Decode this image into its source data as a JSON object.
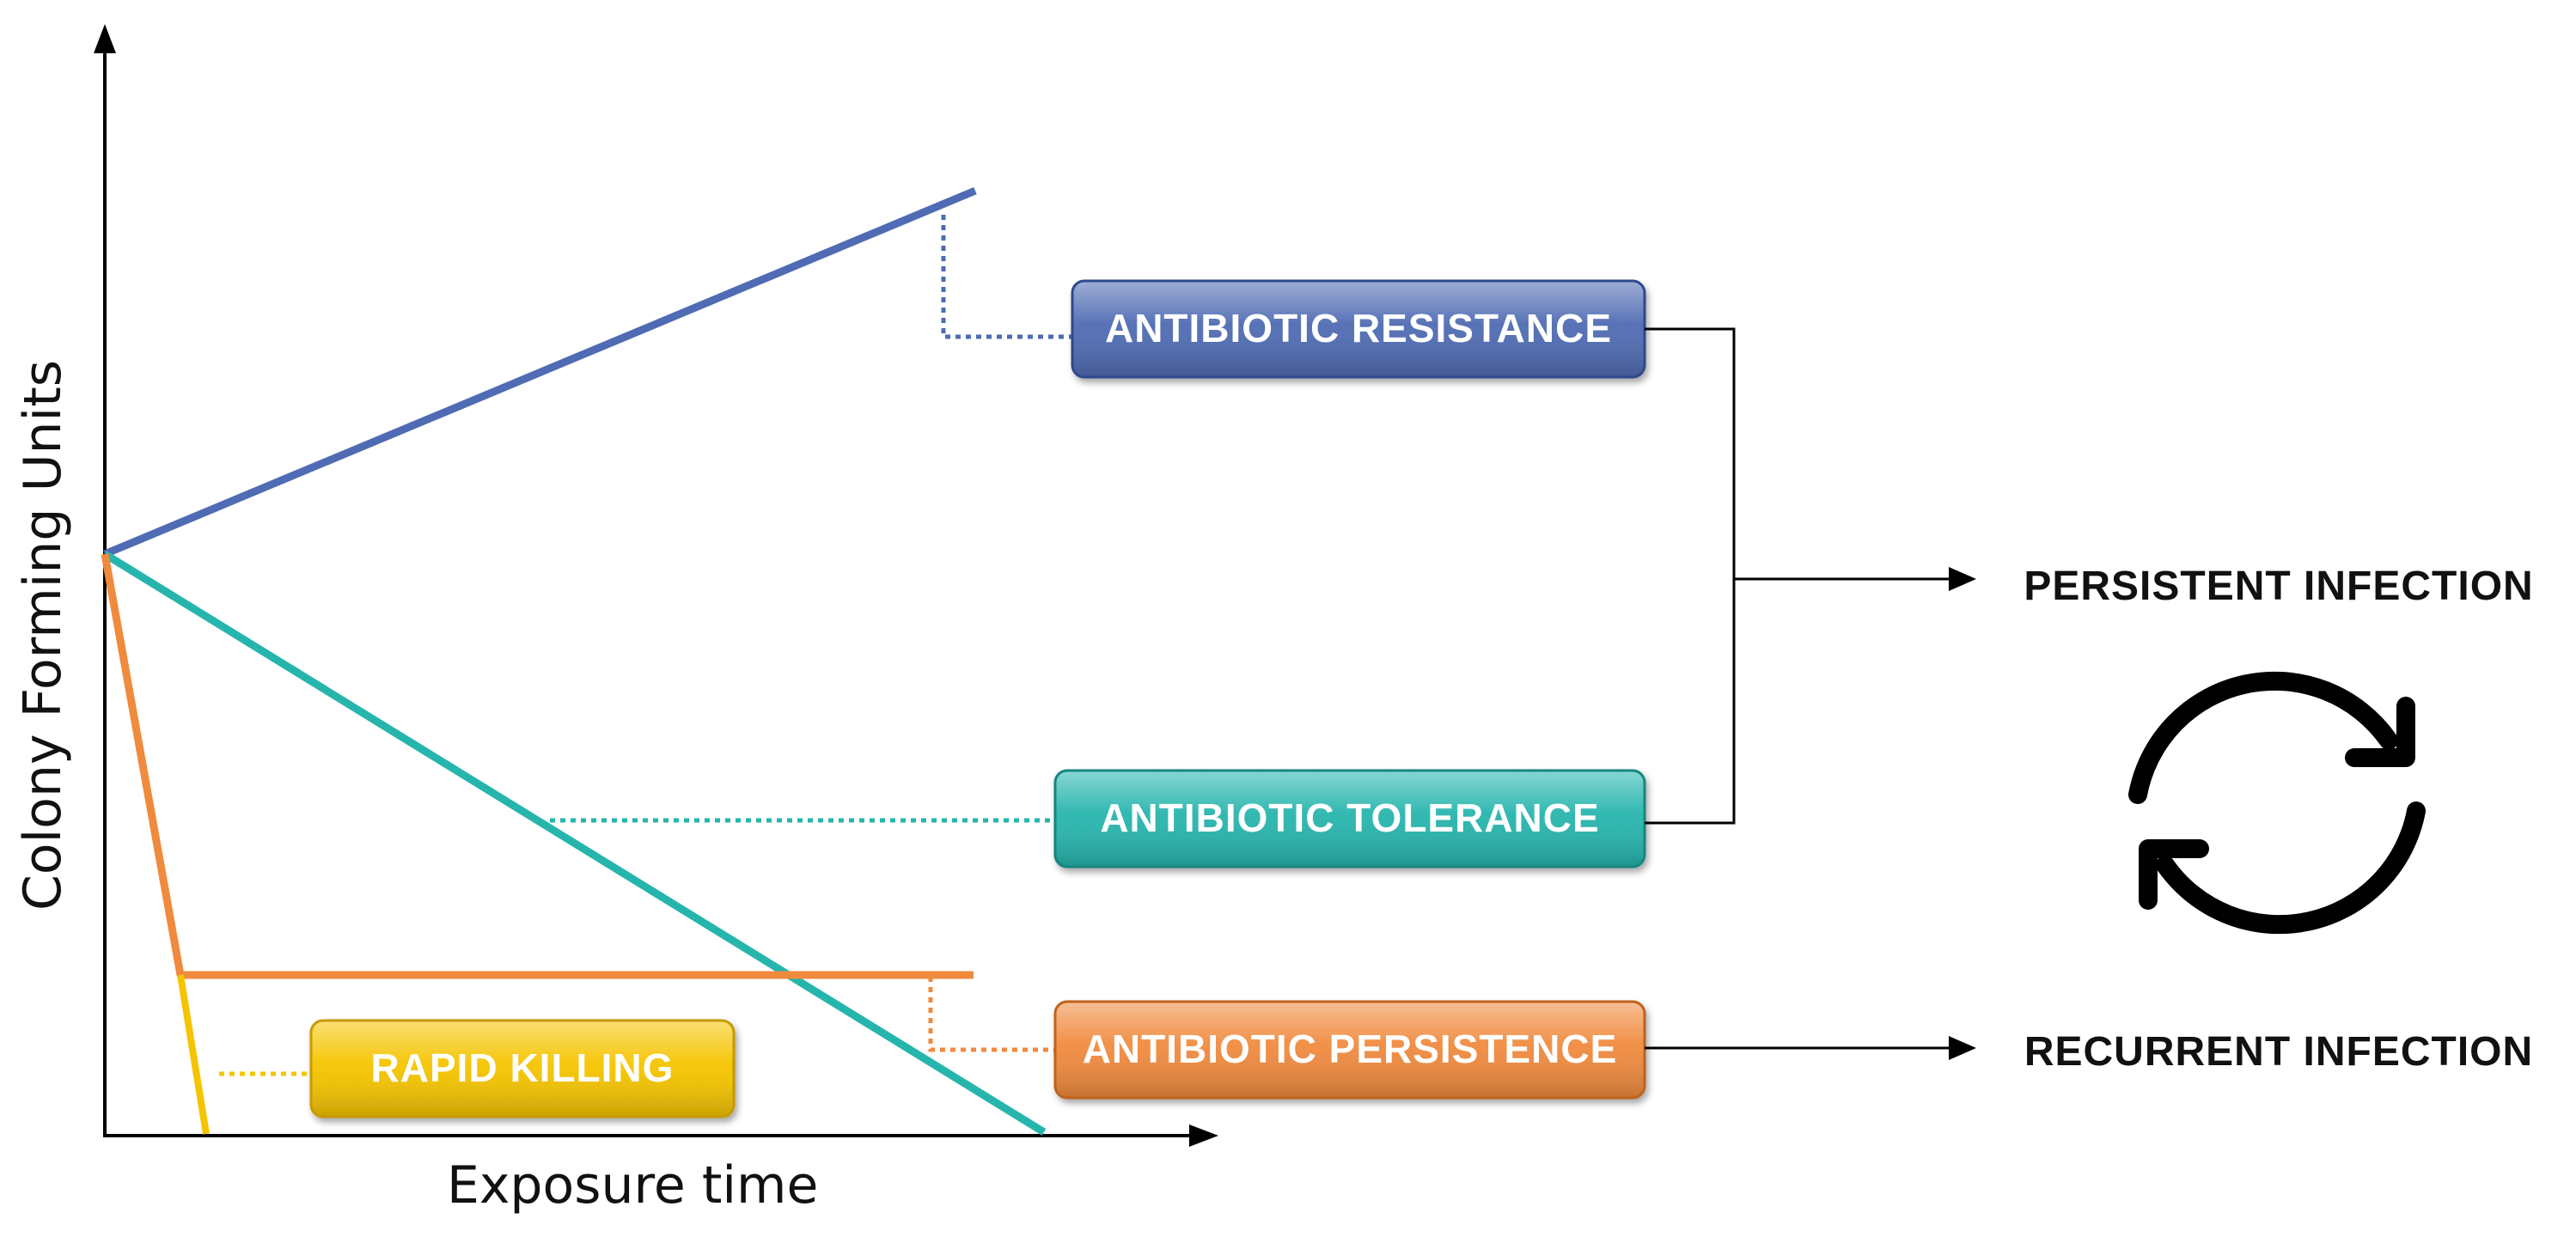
{
  "axes": {
    "x_label": "Exposure time",
    "y_label": "Colony Forming Units"
  },
  "categories": {
    "resistance": {
      "label": "ANTIBIOTIC RESISTANCE",
      "color": "#4f6bb3",
      "shade": "#2f4a8c"
    },
    "tolerance": {
      "label": "ANTIBIOTIC TOLERANCE",
      "color": "#26b5ad",
      "shade": "#17867f"
    },
    "persistence": {
      "label": "ANTIBIOTIC PERSISTENCE",
      "color": "#f08a3e",
      "shade": "#c0621f"
    },
    "rapid": {
      "label": "RAPID KILLING",
      "color": "#f5c400",
      "shade": "#c79a00"
    }
  },
  "outcomes": {
    "persistent": "PERSISTENT INFECTION",
    "recurrent": "RECURRENT INFECTION"
  },
  "icons": {
    "cycle": "cycle-arrows-icon"
  }
}
